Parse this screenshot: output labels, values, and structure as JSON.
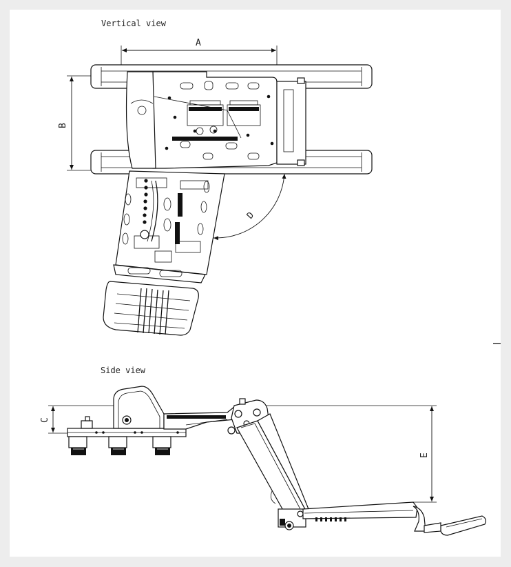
{
  "drawing": {
    "background": "#ededed",
    "sheet_color": "#ffffff",
    "line_color": "#111111"
  },
  "views": {
    "top": {
      "title": "Vertical view"
    },
    "side": {
      "title": "Side view"
    }
  },
  "dimensions": {
    "a": "A",
    "b": "B",
    "c": "C",
    "d": "D",
    "e": "E"
  }
}
